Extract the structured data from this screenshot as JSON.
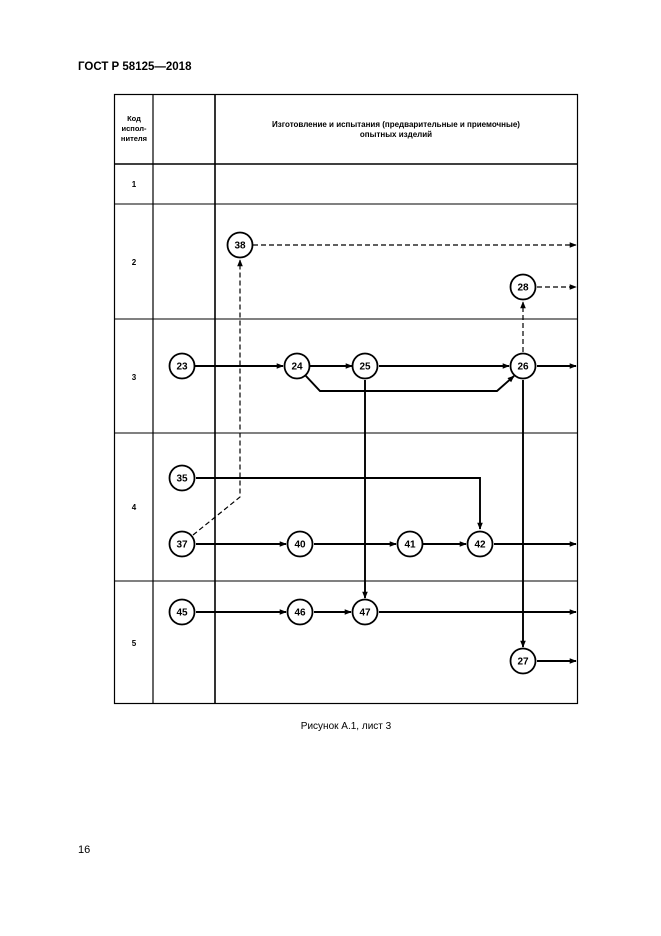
{
  "document": {
    "header": "ГОСТ Р 58125—2018",
    "page_number": "16",
    "caption": "Рисунок А.1, лист 3"
  },
  "table": {
    "code_header_lines": [
      "Код",
      "испол-",
      "нителя"
    ],
    "title_lines": [
      "Изготовление и испытания (предварительные и приемочные)",
      "опытных изделий"
    ],
    "rows": [
      {
        "code": "1"
      },
      {
        "code": "2"
      },
      {
        "code": "3"
      },
      {
        "code": "4"
      },
      {
        "code": "5"
      }
    ]
  },
  "network": {
    "nodes": [
      {
        "id": "38"
      },
      {
        "id": "28"
      },
      {
        "id": "23"
      },
      {
        "id": "24"
      },
      {
        "id": "25"
      },
      {
        "id": "26"
      },
      {
        "id": "35"
      },
      {
        "id": "37"
      },
      {
        "id": "40"
      },
      {
        "id": "41"
      },
      {
        "id": "42"
      },
      {
        "id": "45"
      },
      {
        "id": "46"
      },
      {
        "id": "47"
      },
      {
        "id": "27"
      }
    ],
    "edges": [
      {
        "from": "38",
        "to": "",
        "style": "dashed"
      },
      {
        "from": "28",
        "to": "",
        "style": "dashed"
      },
      {
        "from": "23",
        "to": "24",
        "style": "solid"
      },
      {
        "from": "24",
        "to": "25",
        "style": "solid"
      },
      {
        "from": "25",
        "to": "26",
        "style": "solid"
      },
      {
        "from": "24",
        "to": "26",
        "style": "solid"
      },
      {
        "from": "26",
        "to": "",
        "style": "solid"
      },
      {
        "from": "26",
        "to": "28",
        "style": "dashed"
      },
      {
        "from": "26",
        "to": "27",
        "style": "solid"
      },
      {
        "from": "25",
        "to": "47",
        "style": "solid"
      },
      {
        "from": "37",
        "to": "38",
        "style": "dashed"
      },
      {
        "from": "35",
        "to": "42",
        "style": "solid"
      },
      {
        "from": "37",
        "to": "40",
        "style": "solid"
      },
      {
        "from": "40",
        "to": "41",
        "style": "solid"
      },
      {
        "from": "41",
        "to": "42",
        "style": "solid"
      },
      {
        "from": "42",
        "to": "",
        "style": "solid"
      },
      {
        "from": "45",
        "to": "46",
        "style": "solid"
      },
      {
        "from": "46",
        "to": "47",
        "style": "solid"
      },
      {
        "from": "47",
        "to": "",
        "style": "solid"
      },
      {
        "from": "27",
        "to": "",
        "style": "solid"
      }
    ]
  }
}
